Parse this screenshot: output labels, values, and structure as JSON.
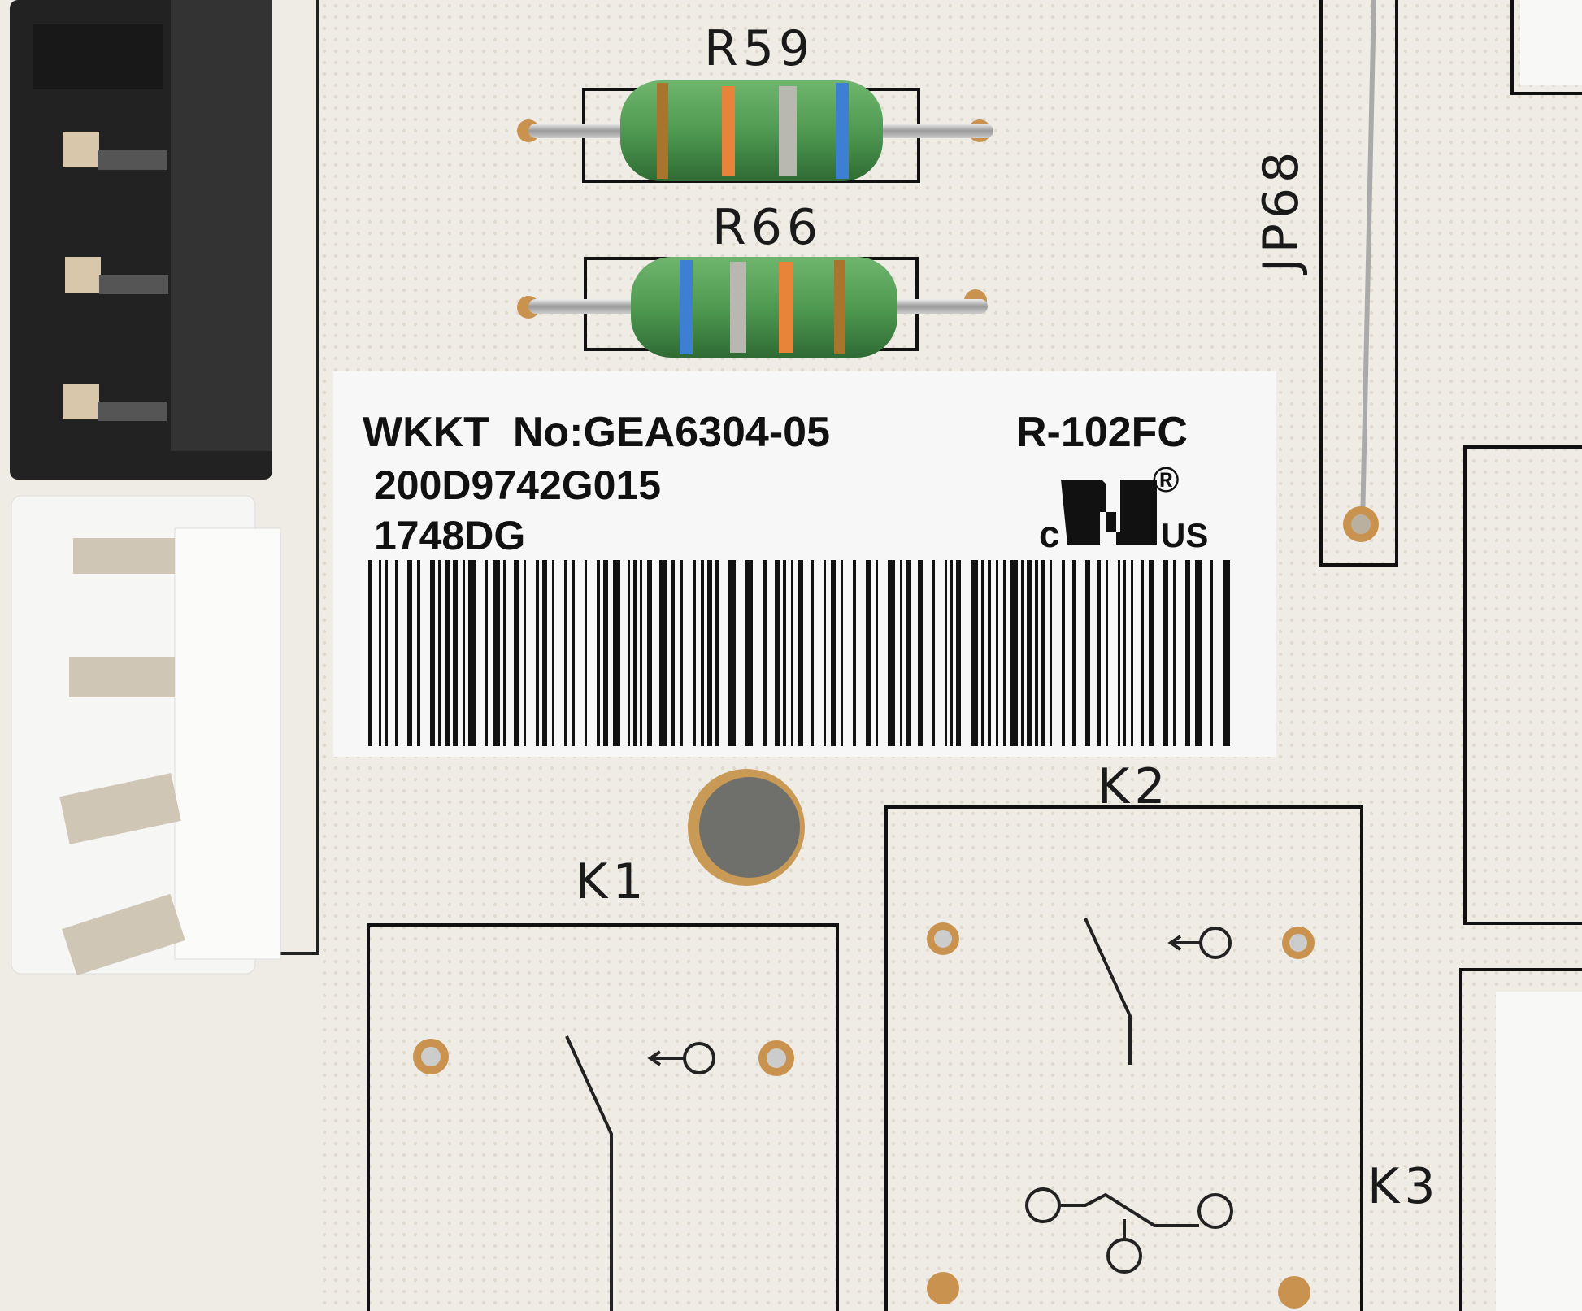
{
  "silkscreen": {
    "r59": "R59",
    "r66": "R66",
    "jp68": "JP68",
    "k1": "K1",
    "k2": "K2",
    "k3": "K3"
  },
  "label": {
    "line1_left": "WKKT  No:GEA6304-05",
    "line1_right": "R-102FC",
    "line2": "200D9742G015",
    "line3": "1748DG",
    "ul_c": "c",
    "ul_us": "US",
    "ul_registered": "®"
  },
  "colors": {
    "board": "#efece6",
    "resistor_body": "#4f9a52",
    "connector_black": "#222222",
    "connector_white": "#f4f4f2"
  }
}
